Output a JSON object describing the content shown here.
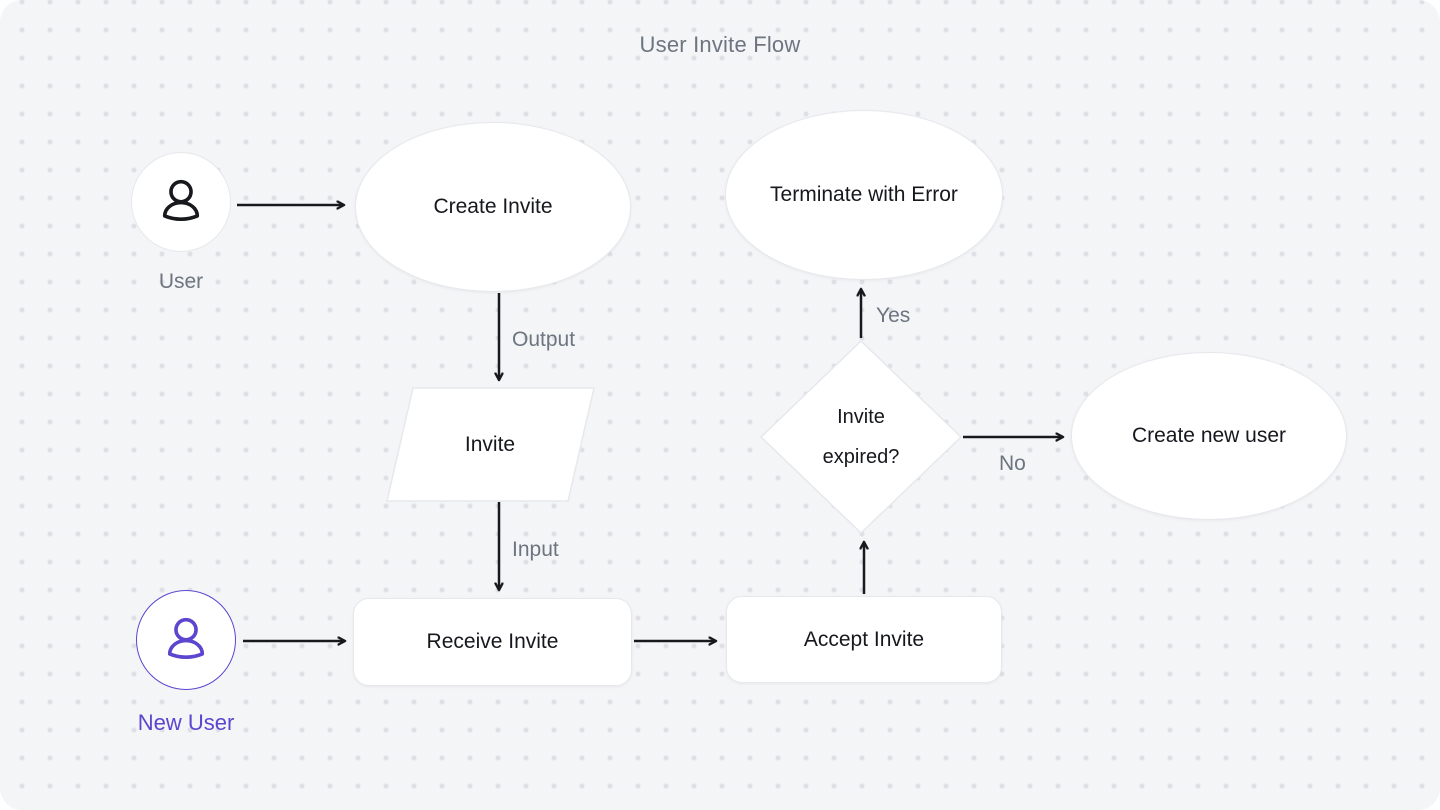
{
  "title": "User Invite Flow",
  "colors": {
    "canvas_bg": "#f4f5f7",
    "dot_grid": "#dfe0e5",
    "node_fill": "#ffffff",
    "node_border": "#e7e8ec",
    "node_text": "#16181d",
    "muted_text": "#6d7581",
    "edge_stroke": "#17191c",
    "accent_purple": "#5d45cf"
  },
  "actors": [
    {
      "id": "user",
      "label": "User",
      "icon": "person-icon",
      "color": "black"
    },
    {
      "id": "new-user",
      "label": "New User",
      "icon": "person-icon",
      "color": "purple"
    }
  ],
  "nodes": [
    {
      "id": "create-invite",
      "type": "ellipse",
      "label": "Create Invite"
    },
    {
      "id": "terminate-with-error",
      "type": "ellipse",
      "label": "Terminate with Error"
    },
    {
      "id": "invite",
      "type": "parallelogram",
      "label": "Invite"
    },
    {
      "id": "invite-expired",
      "type": "diamond",
      "label_line1": "Invite",
      "label_line2": "expired?"
    },
    {
      "id": "receive-invite",
      "type": "rect",
      "label": "Receive Invite"
    },
    {
      "id": "accept-invite",
      "type": "rect",
      "label": "Accept Invite"
    },
    {
      "id": "create-new-user",
      "type": "ellipse",
      "label": "Create new user"
    }
  ],
  "edge_labels": {
    "output": "Output",
    "input": "Input",
    "yes": "Yes",
    "no": "No"
  },
  "edges": [
    {
      "from": "user",
      "to": "create-invite",
      "label": ""
    },
    {
      "from": "create-invite",
      "to": "invite",
      "label": "Output"
    },
    {
      "from": "invite",
      "to": "receive-invite",
      "label": "Input"
    },
    {
      "from": "new-user",
      "to": "receive-invite",
      "label": ""
    },
    {
      "from": "receive-invite",
      "to": "accept-invite",
      "label": ""
    },
    {
      "from": "accept-invite",
      "to": "invite-expired",
      "label": ""
    },
    {
      "from": "invite-expired",
      "to": "terminate-with-error",
      "label": "Yes"
    },
    {
      "from": "invite-expired",
      "to": "create-new-user",
      "label": "No"
    }
  ]
}
